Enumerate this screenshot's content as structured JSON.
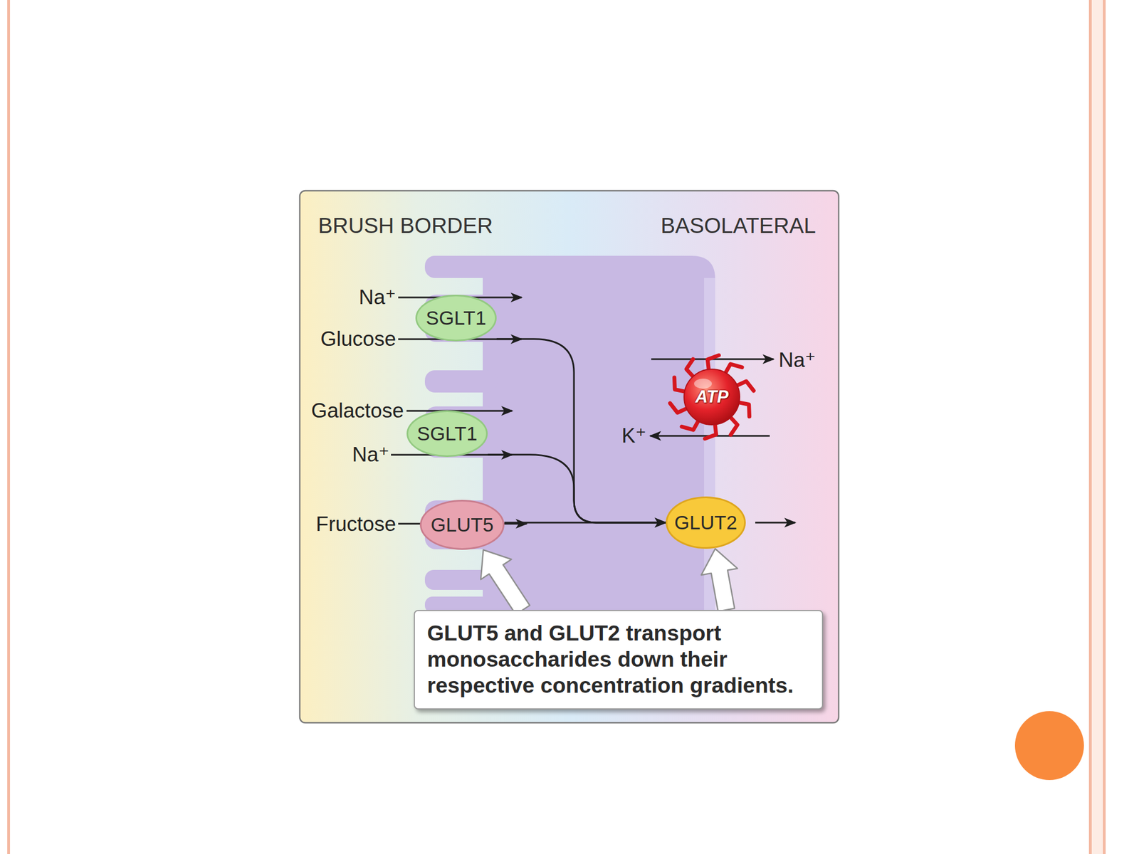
{
  "diagram": {
    "nodes": [
      {
        "text": [
          "SGLT1"
        ]
      },
      {
        "text": [
          "ATP"
        ]
      },
      {
        "text": [
          "SGLT1"
        ]
      },
      {
        "text": [
          "GLUT5"
        ]
      },
      {
        "text": [
          "GLUT2"
        ]
      },
      {
        "text": [
          "GLUT5 and GLUT2 transport monosaccharides down their respective concentration gradients."
        ]
      }
    ],
    "edges": [
      {
        "from": 0,
        "to": 4,
        "arrow": "to"
      },
      {
        "from": 2,
        "to": 4,
        "arrow": "to"
      },
      {
        "from": 3,
        "to": 4,
        "arrow": "to"
      },
      {
        "from": 5,
        "to": 3,
        "arrow": "to"
      },
      {
        "from": 5,
        "to": 4,
        "arrow": "to"
      }
    ],
    "labels": [
      "BRUSH BORDER",
      "BASOLATERAL",
      "Na⁺",
      "Glucose",
      "Na⁺",
      "Galactose",
      "K⁺",
      "Na⁺",
      "Fructose"
    ]
  }
}
